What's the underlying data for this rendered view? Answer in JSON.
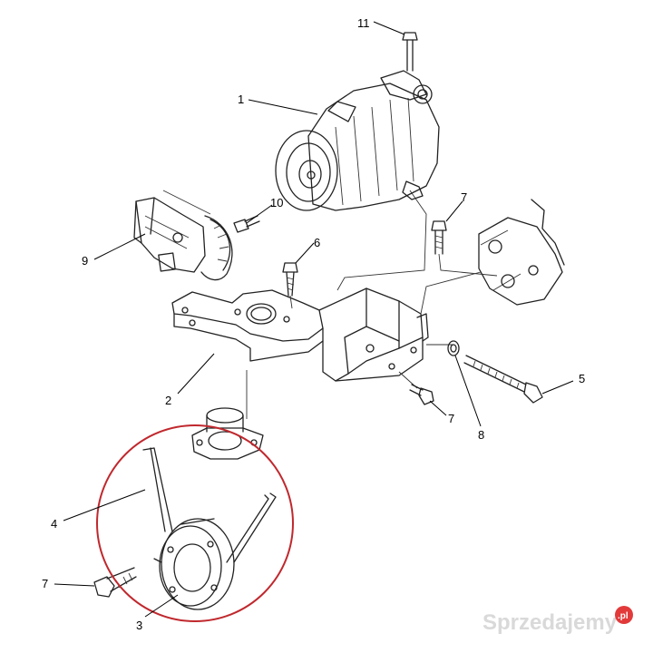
{
  "callouts": {
    "c11": "11",
    "c1": "1",
    "c10": "10",
    "c9": "9",
    "c6": "6",
    "c7a": "7",
    "c2": "2",
    "c8": "8",
    "c5": "5",
    "c7b": "7",
    "c4": "4",
    "c7c": "7",
    "c3": "3"
  },
  "watermark": {
    "text": "Sprzedajemy",
    "suffix": ".pl"
  },
  "highlight_color": "#c0282d"
}
